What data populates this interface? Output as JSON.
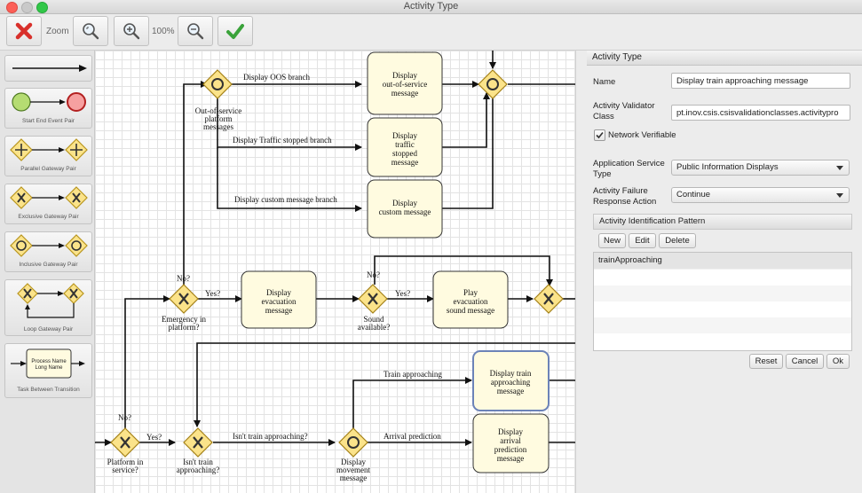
{
  "window": {
    "title": "Activity Type"
  },
  "toolbar": {
    "zoom_label": "Zoom",
    "zoom_level": "100%"
  },
  "palette": {
    "items": [
      {
        "label": ""
      },
      {
        "label": "Start End Event Pair"
      },
      {
        "label": "Parallel Gateway Pair"
      },
      {
        "label": "Exclusive Gateway Pair"
      },
      {
        "label": "Inclusive Gateway Pair"
      },
      {
        "label": "Loop Gateway Pair"
      },
      {
        "label": "Task Between Transition",
        "box_line1": "Process Name",
        "box_line2": "Long Name"
      }
    ]
  },
  "diagram": {
    "tasks": {
      "oos": [
        "Display",
        "out-of-service",
        "message"
      ],
      "traffic": [
        "Display",
        "traffic",
        "stopped",
        "message"
      ],
      "custom": [
        "Display",
        "custom message"
      ],
      "evac": [
        "Display",
        "evacuation",
        "message"
      ],
      "sound": [
        "Play",
        "evacuation",
        "sound message"
      ],
      "approach": [
        "Display train",
        "approaching",
        "message"
      ],
      "arrival": [
        "Display",
        "arrival",
        "prediction",
        "message"
      ]
    },
    "edges": {
      "oos_branch": "Display OOS branch",
      "traffic_branch": "Display Traffic stopped branch",
      "custom_branch": "Display custom message branch",
      "yes1": "Yes?",
      "yes2": "Yes?",
      "yes3": "Yes?",
      "no1": "No?",
      "no2": "No?",
      "no3": "No?",
      "train_approaching": "Train approaching",
      "isnt_train": "Isn't train approaching?",
      "arrival_prediction": "Arrival prediction"
    },
    "gateways": {
      "oos": [
        "Out-of-service",
        "platform",
        "messages"
      ],
      "emergency": [
        "Emergency in",
        "platform?"
      ],
      "sound": [
        "Sound",
        "available?"
      ],
      "platform": [
        "Platform in",
        "service?"
      ],
      "isnt": [
        "Isn't train",
        "approaching?"
      ],
      "movement": [
        "Display",
        "movement",
        "message"
      ]
    }
  },
  "panel": {
    "header": "Activity Type",
    "name_label": "Name",
    "name_value": "Display train approaching message",
    "validator_label_1": "Activity Validator",
    "validator_label_2": "Class",
    "validator_value": "pt.inov.csis.csisvalidationclasses.activitypro",
    "network_verifiable": "Network Verifiable",
    "service_label_1": "Application Service",
    "service_label_2": "Type",
    "service_value": "Public Information Displays",
    "failure_label_1": "Activity Failure",
    "failure_label_2": "Response Action",
    "failure_value": "Continue",
    "pattern_title": "Activity Identification Pattern",
    "new_btn": "New",
    "edit_btn": "Edit",
    "delete_btn": "Delete",
    "patterns": [
      "trainApproaching"
    ],
    "reset_btn": "Reset",
    "cancel_btn": "Cancel",
    "ok_btn": "Ok"
  }
}
